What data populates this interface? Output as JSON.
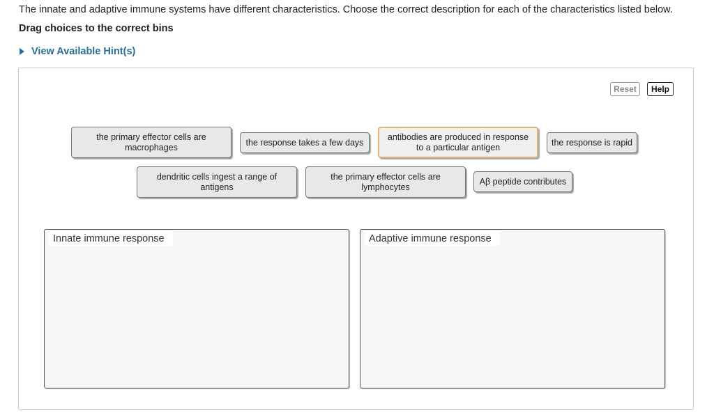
{
  "instructions": "The innate and adaptive immune systems have different characteristics. Choose the correct description for each of the characteristics listed below.",
  "drag_label": "Drag choices to the correct bins",
  "hint_label": "View Available Hint(s)",
  "toolbar": {
    "reset_label": "Reset",
    "help_label": "Help"
  },
  "choices": [
    "the primary effector cells are macrophages",
    "the response takes a few days",
    "antibodies are produced in response to a particular antigen",
    "the response is rapid",
    "dendritic cells ingest a range of antigens",
    "the primary effector cells are lymphocytes",
    "Aβ peptide contributes"
  ],
  "bins": [
    {
      "title": "Innate immune response"
    },
    {
      "title": "Adaptive immune response"
    }
  ],
  "colors": {
    "hint": "#2a6d94",
    "selected_border": "#e0b47a"
  }
}
